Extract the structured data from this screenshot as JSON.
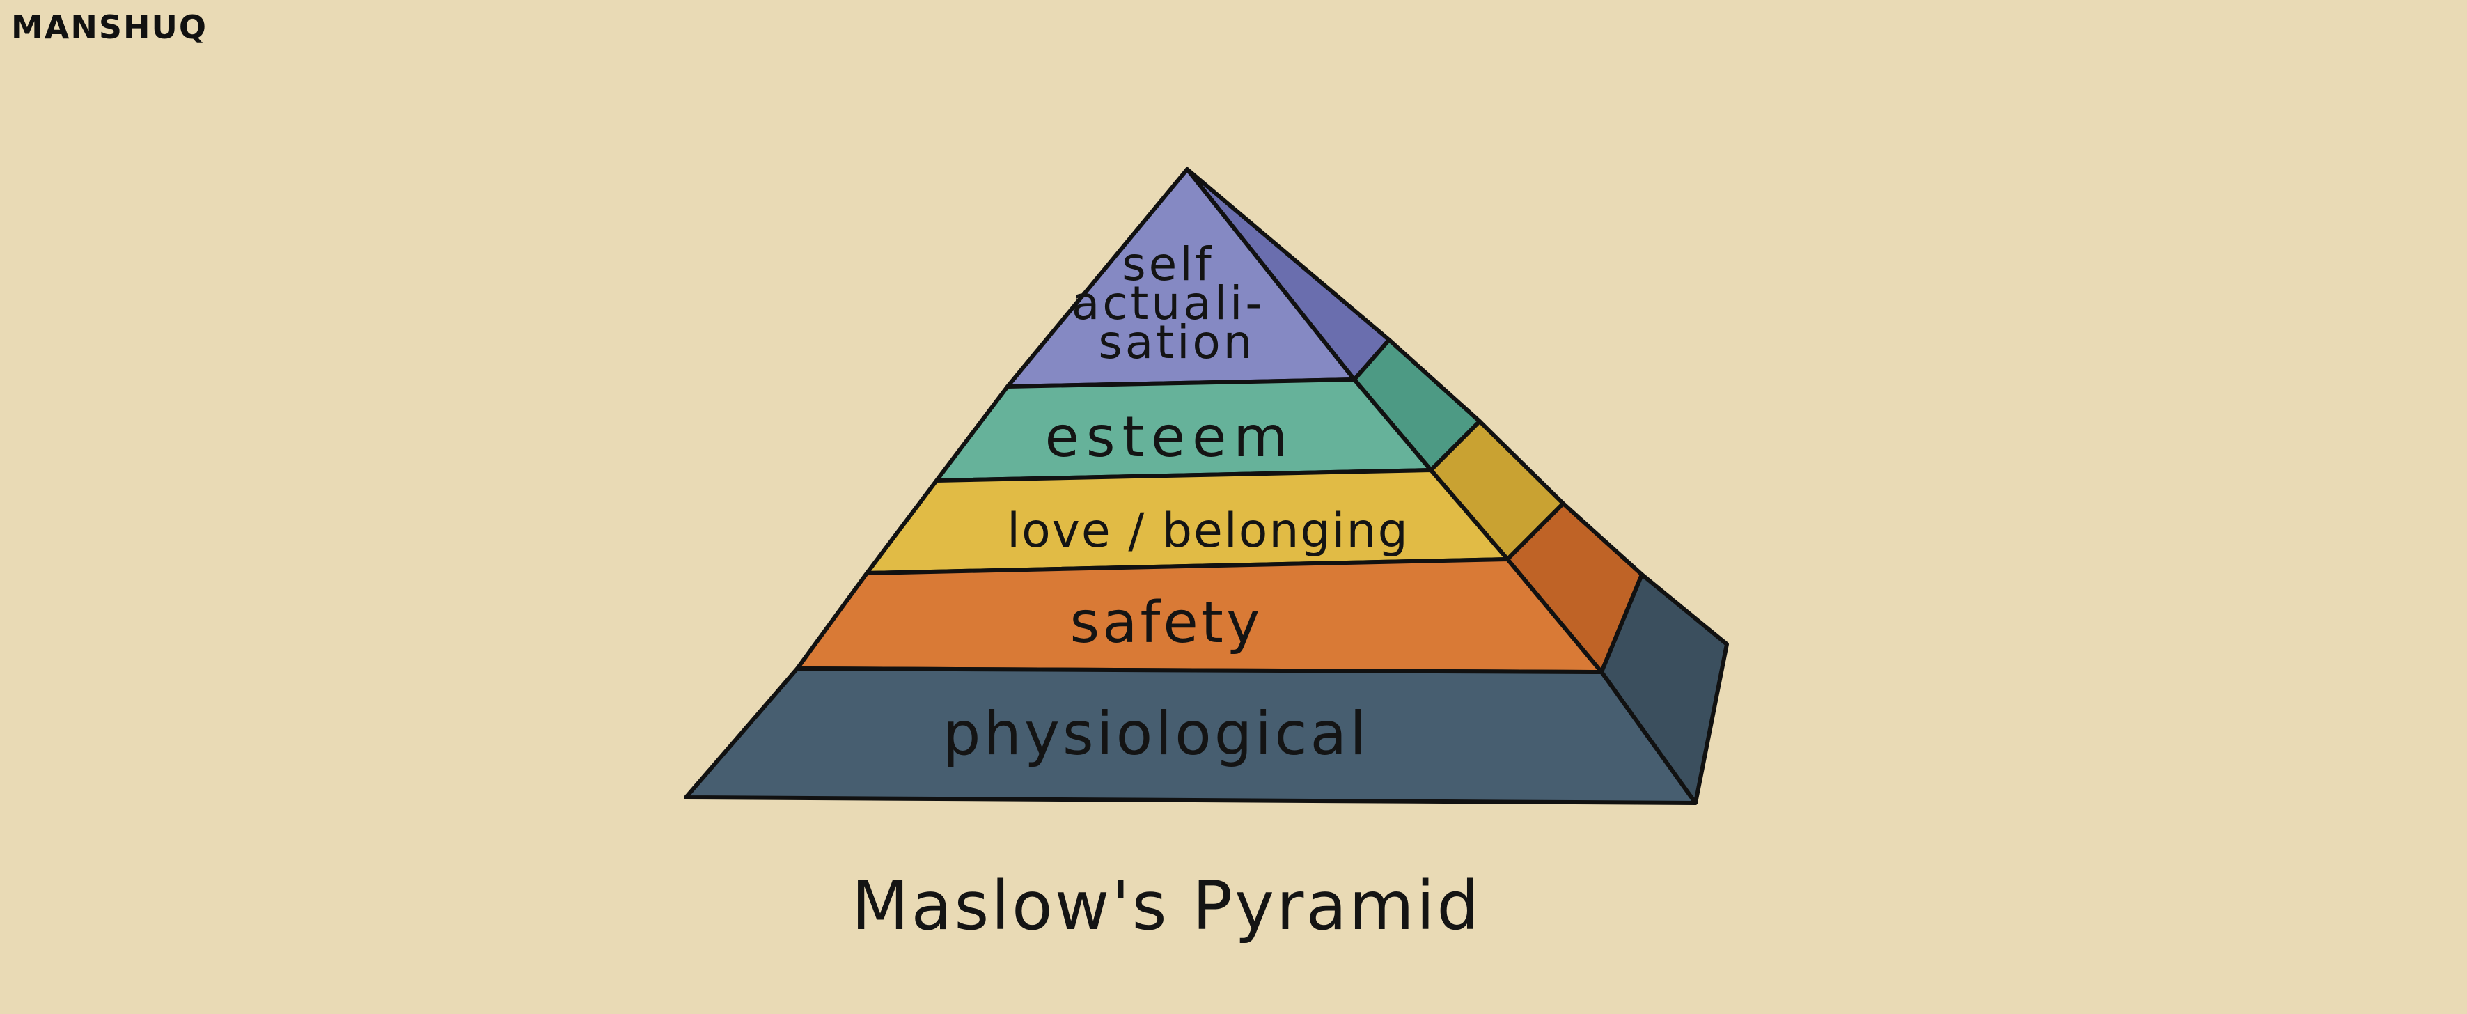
{
  "brand": "MANSHUQ",
  "title": "Maslow's Pyramid",
  "layers": [
    {
      "id": "self-actualisation",
      "lines": [
        "self",
        "actuali-",
        "sation"
      ],
      "color": "#8589c3",
      "side_color": "#6a6eae"
    },
    {
      "id": "esteem",
      "lines": [
        "esteem"
      ],
      "color": "#66b29a",
      "side_color": "#4d9a84"
    },
    {
      "id": "love-belonging",
      "lines": [
        "love / belonging"
      ],
      "color": "#e1bb45",
      "side_color": "#c9a232"
    },
    {
      "id": "safety",
      "lines": [
        "safety"
      ],
      "color": "#d97a36",
      "side_color": "#bf6326"
    },
    {
      "id": "physiological",
      "lines": [
        "physiological"
      ],
      "color": "#475e70",
      "side_color": "#3b4f5e"
    }
  ]
}
